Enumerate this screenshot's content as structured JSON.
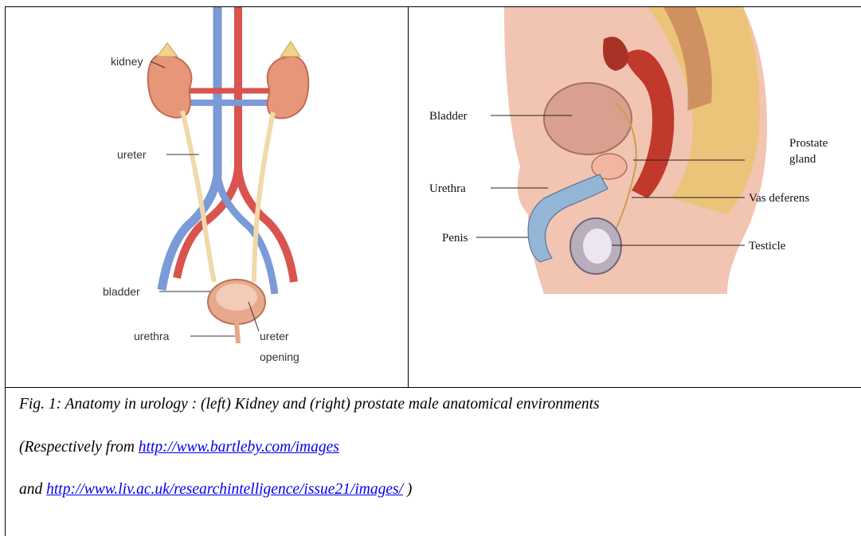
{
  "left_figure": {
    "labels": {
      "kidney": "kidney",
      "ureter": "ureter",
      "bladder": "bladder",
      "urethra": "urethra",
      "ureter_opening_1": "ureter",
      "ureter_opening_2": "opening"
    }
  },
  "right_figure": {
    "labels": {
      "bladder": "Bladder",
      "urethra": "Urethra",
      "penis": "Penis",
      "prostate_1": "Prostate",
      "prostate_2": "gland",
      "vas_deferens": "Vas deferens",
      "testicle": "Testicle"
    }
  },
  "caption": {
    "line1": "Fig. 1: Anatomy in urology : (left) Kidney and (right) prostate male anatomical environments",
    "line2_prefix": "(Respectively from ",
    "line2_link": "http://www.bartleby.com/images",
    "line3_prefix": "and ",
    "line3_link": "http://www.liv.ac.uk/researchintelligence/issue21/images/",
    "line3_suffix": " )"
  },
  "colors": {
    "kidney": "#e8967a",
    "artery": "#d9534f",
    "vein": "#7a9ad8",
    "ureter": "#f1d9a8",
    "skin": "#f2c4b2",
    "link": "#0000ee"
  }
}
